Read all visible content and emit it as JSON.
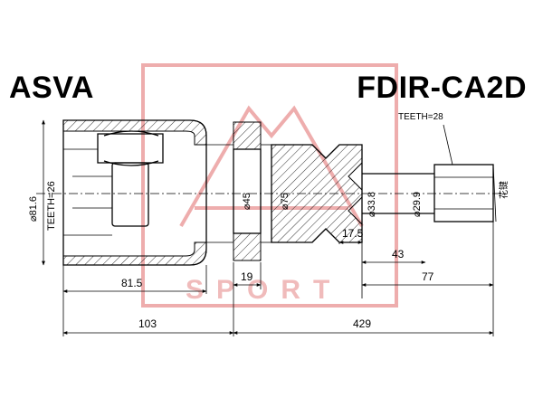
{
  "brand": "ASVA",
  "part_number": "FDIR-CA2D",
  "watermark_text": "SPORT",
  "spline_note": "TEETH=28",
  "spline_mark": "花键",
  "vertical_labels": {
    "outer_dia": "⌀81.6",
    "inner_teeth": "TEETH=26",
    "boot_dia_45": "⌀45",
    "boot_dia_75": "⌀75",
    "shaft_dia_33": "⌀33.8",
    "shaft_dia_29": "⌀29.9"
  },
  "dimensions": {
    "d_17_5": "17.5",
    "d_43": "43",
    "d_19": "19",
    "d_77": "77",
    "d_81_5": "81.5",
    "d_103": "103",
    "d_429": "429"
  },
  "colors": {
    "line": "#000000",
    "watermark": "#e06a6a",
    "background": "#ffffff"
  }
}
